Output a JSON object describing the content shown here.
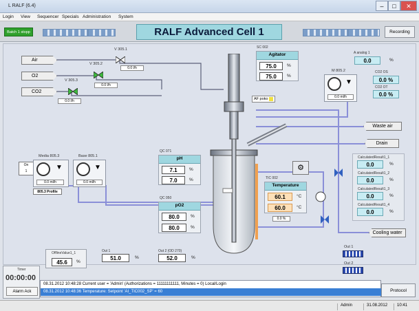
{
  "window": {
    "title": "L RALF    (6.4)",
    "minimize": "–",
    "maximize": "□",
    "close": "✕"
  },
  "menu": [
    "Login",
    "View",
    "Sequencer",
    "Specials",
    "Administration",
    "System"
  ],
  "header": {
    "status_button": "Batch 1 stopp",
    "banner": "RALF Advanced Cell 1",
    "recording_button": "Recording"
  },
  "gases_in": [
    {
      "name": "Air"
    },
    {
      "name": "O2"
    },
    {
      "name": "CO2"
    }
  ],
  "valves": [
    {
      "tag": "V 305.1",
      "value": "0.0",
      "unit": "l/h"
    },
    {
      "tag": "V 305.2",
      "value": "0.0",
      "unit": "l/h"
    },
    {
      "tag": "V 305.3",
      "value": "0.0",
      "unit": "l/h"
    }
  ],
  "agitator": {
    "tag": "SC 002",
    "title": "Agitator",
    "pv": "75.0",
    "sp": "75.0",
    "unit": "%"
  },
  "analog": [
    {
      "tag": "A analog 1",
      "value": "0.0",
      "unit": "%"
    },
    {
      "tag": "CO2 OS",
      "value": "0.0",
      "unit": "%"
    },
    {
      "tag": "CO2 OT",
      "value": "0.0",
      "unit": "%"
    }
  ],
  "feed_pump": {
    "tag": "M 805.2",
    "value": "0.0",
    "unit": "ml/h"
  },
  "afpolo": "AF poko",
  "outlets": {
    "waste": "Waste air",
    "drain": "Drain",
    "cooling": "Cooling water"
  },
  "media_pump": {
    "tag": "Media 805.3",
    "on": "On",
    "val": "1",
    "value": "0.0",
    "unit": "ml/h",
    "profile": "805.3 Profile"
  },
  "base_pump": {
    "tag": "Base 805.1",
    "value": "0.0",
    "unit": "ml/h"
  },
  "ph": {
    "tag": "QC 071",
    "title": "pH",
    "pv": "7.1",
    "sp": "7.0",
    "unit": "%"
  },
  "po2": {
    "tag": "QC 050",
    "title": "pO2",
    "pv": "80.0",
    "sp": "80.0",
    "unit": "%"
  },
  "temperature": {
    "tag": "TIC 002",
    "title": "Temperature",
    "pv": "60.1",
    "sp": "60.0",
    "unit": "°C",
    "out": "0.0 %"
  },
  "calc": [
    {
      "tag": "CalculatedResult1_1",
      "value": "0.0",
      "unit": "%"
    },
    {
      "tag": "CalculatedResult1_2",
      "value": "0.0",
      "unit": "%"
    },
    {
      "tag": "CalculatedResult1_3",
      "value": "0.0",
      "unit": "%"
    },
    {
      "tag": "CalculatedResult1_4",
      "value": "0.0",
      "unit": "%"
    }
  ],
  "bottom_values": [
    {
      "tag": "OfflineValue1_1",
      "value": "45.6",
      "unit": "%"
    },
    {
      "tag": "Out 1",
      "value": "51.0",
      "unit": "%"
    },
    {
      "tag": "Out 2 (OD 270)",
      "value": "52.0",
      "unit": "%"
    }
  ],
  "outs": [
    {
      "label": "Out 1"
    },
    {
      "label": "Out 2"
    }
  ],
  "timer": {
    "label": "Timer",
    "value": "00:00:00",
    "alarm": "Alarm Ack"
  },
  "log": [
    "08.31.2012 10:48:28   Current user = 'Admin' (Authorizations = 11111111111, Minutes = 0) Local/Login",
    "08.31.2012 10:48:36   Temperature: Setpoint 'AI_TIC002_SP' = 60"
  ],
  "protocol_button": "Protocol",
  "statusbar": {
    "user": "Admin",
    "date": "31.08.2012",
    "time": "10:41"
  },
  "colors": {
    "accent": "#9fd7e0",
    "pipe": "#8a8fd8",
    "heater": "#f0a050"
  }
}
